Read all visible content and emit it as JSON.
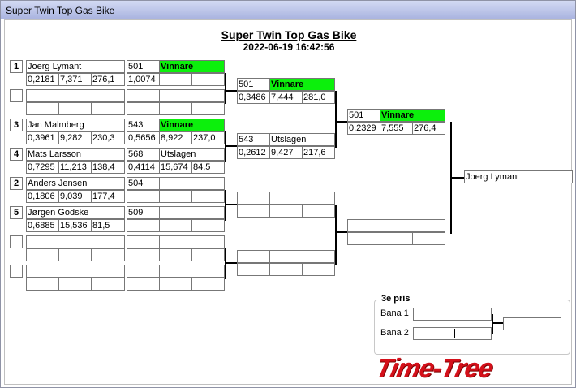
{
  "window": {
    "title": "Super Twin Top Gas Bike"
  },
  "header": {
    "title": "Super Twin Top Gas Bike",
    "datetime": "2022-06-19 16:42:56"
  },
  "round1": [
    {
      "seed": "1",
      "name": "Joerg Lymant",
      "stats": [
        "0,2181",
        "7,371",
        "276,1"
      ]
    },
    {
      "seed": "",
      "name": "",
      "stats": [
        "",
        "",
        ""
      ]
    },
    {
      "seed": "3",
      "name": "Jan Malmberg",
      "stats": [
        "0,3961",
        "9,282",
        "230,3"
      ]
    },
    {
      "seed": "4",
      "name": "Mats Larsson",
      "stats": [
        "0,7295",
        "11,213",
        "138,4"
      ]
    },
    {
      "seed": "2",
      "name": "Anders Jensen",
      "stats": [
        "0,1806",
        "9,039",
        "177,4"
      ]
    },
    {
      "seed": "5",
      "name": "Jørgen Godske",
      "stats": [
        "0,6885",
        "15,536",
        "81,5"
      ]
    },
    {
      "seed": "",
      "name": "",
      "stats": [
        "",
        "",
        ""
      ]
    },
    {
      "seed": "",
      "name": "",
      "stats": [
        "",
        "",
        ""
      ]
    }
  ],
  "round1_results": [
    {
      "num": "501",
      "status": "Vinnare",
      "stats": [
        "1,0074",
        "",
        ""
      ],
      "winner": true
    },
    {
      "num": "",
      "status": "",
      "stats": [
        "",
        "",
        ""
      ],
      "winner": false
    },
    {
      "num": "543",
      "status": "Vinnare",
      "stats": [
        "0,5656",
        "8,922",
        "237,0"
      ],
      "winner": true
    },
    {
      "num": "568",
      "status": "Utslagen",
      "stats": [
        "0,4114",
        "15,674",
        "84,5"
      ],
      "winner": false
    },
    {
      "num": "504",
      "status": "",
      "stats": [
        "",
        "",
        ""
      ],
      "winner": false
    },
    {
      "num": "509",
      "status": "",
      "stats": [
        "",
        "",
        ""
      ],
      "winner": false
    },
    {
      "num": "",
      "status": "",
      "stats": [
        "",
        "",
        ""
      ],
      "winner": false
    },
    {
      "num": "",
      "status": "",
      "stats": [
        "",
        "",
        ""
      ],
      "winner": false
    }
  ],
  "round2": [
    {
      "num": "501",
      "status": "Vinnare",
      "stats": [
        "0,3486",
        "7,444",
        "281,0"
      ],
      "winner": true
    },
    {
      "num": "543",
      "status": "Utslagen",
      "stats": [
        "0,2612",
        "9,427",
        "217,6"
      ],
      "winner": false
    },
    {
      "num": "",
      "status": "",
      "stats": [
        "",
        "",
        ""
      ],
      "winner": false
    },
    {
      "num": "",
      "status": "",
      "stats": [
        "",
        "",
        ""
      ],
      "winner": false
    }
  ],
  "round3": [
    {
      "num": "501",
      "status": "Vinnare",
      "stats": [
        "0,2329",
        "7,555",
        "276,4"
      ],
      "winner": true
    },
    {
      "num": "",
      "status": "",
      "stats": [
        "",
        "",
        ""
      ],
      "winner": false
    }
  ],
  "champion": "Joerg Lymant",
  "bronze": {
    "title": "3e pris",
    "lane1": "Bana 1",
    "lane2": "Bana 2"
  },
  "logo": "Time-Tree",
  "colors": {
    "winner": "#0cf00c",
    "logo": "#d4101a"
  }
}
